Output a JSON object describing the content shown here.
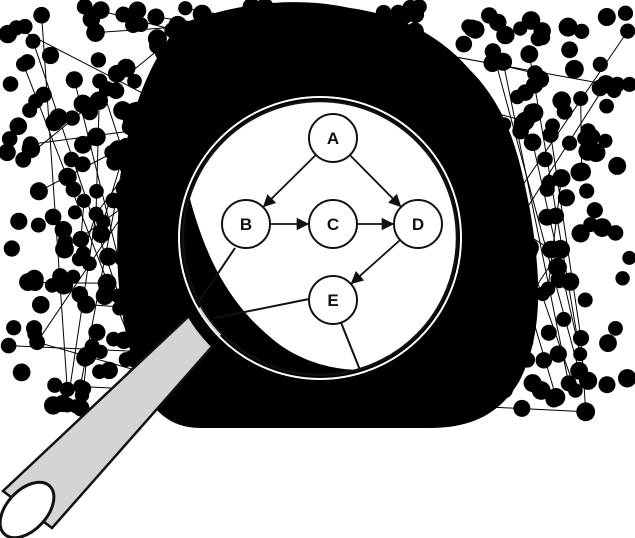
{
  "diagram": {
    "colors": {
      "background": "#ffffff",
      "network": "#000000",
      "lens": "#ffffff",
      "handle": "#d4d4d4",
      "outline": "#111111"
    },
    "nodes": [
      {
        "id": "A",
        "label": "A"
      },
      {
        "id": "B",
        "label": "B"
      },
      {
        "id": "C",
        "label": "C"
      },
      {
        "id": "D",
        "label": "D"
      },
      {
        "id": "E",
        "label": "E"
      }
    ],
    "edges": [
      {
        "from": "A",
        "to": "B"
      },
      {
        "from": "A",
        "to": "D"
      },
      {
        "from": "B",
        "to": "C"
      },
      {
        "from": "C",
        "to": "D"
      },
      {
        "from": "D",
        "to": "E"
      }
    ]
  }
}
